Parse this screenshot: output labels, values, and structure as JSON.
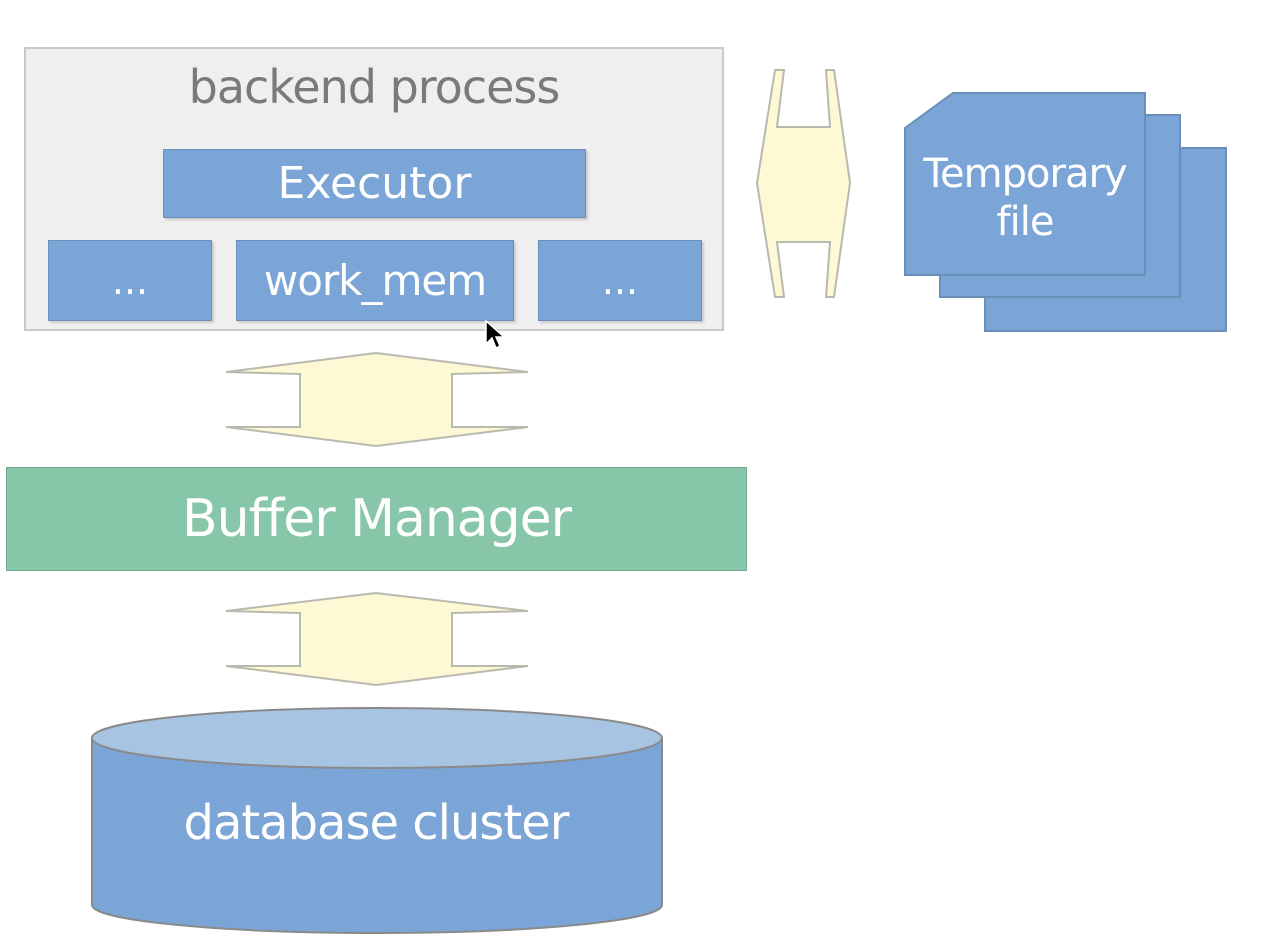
{
  "backend": {
    "title": "backend process",
    "executor_label": "Executor",
    "work_mem_label": "work_mem",
    "left_dots_label": "...",
    "right_dots_label": "..."
  },
  "buffer_manager": {
    "label": "Buffer Manager"
  },
  "temp_file": {
    "line1": "Temporary",
    "line2": "file"
  },
  "database": {
    "label": "database cluster"
  },
  "colors": {
    "blue_box": "#7aa5d6",
    "green_box": "#88c6aa",
    "arrow_fill": "#fdf9d4",
    "container_bg": "#efefef"
  },
  "icons": {
    "cursor": "cursor-arrow-icon"
  }
}
